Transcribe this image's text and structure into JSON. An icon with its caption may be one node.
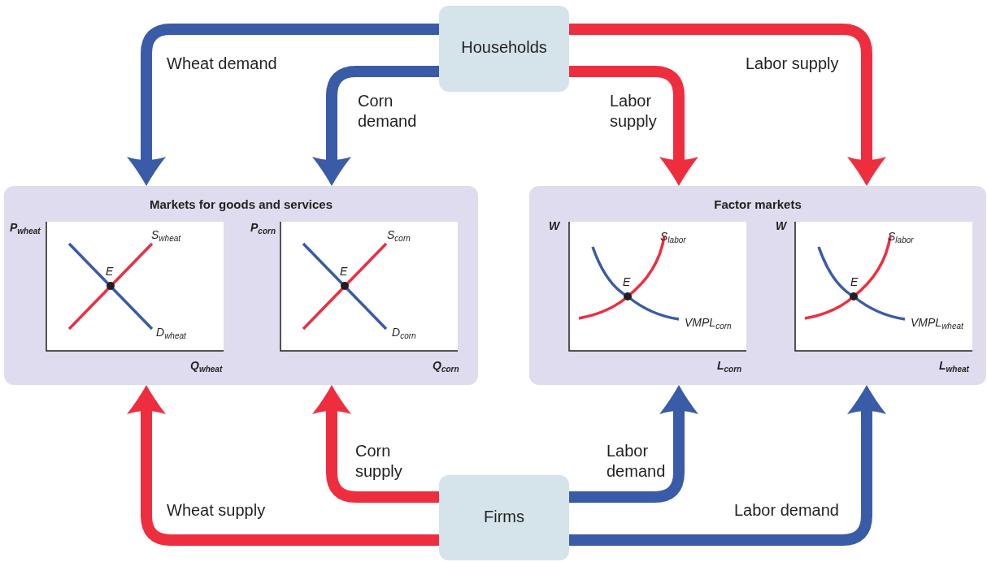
{
  "diagram": {
    "nodes": [
      {
        "text": [
          "Households"
        ]
      },
      {
        "text": [
          "Markets for goods and services"
        ]
      },
      {
        "text": [
          "Factor markets"
        ]
      },
      {
        "text": [
          "Firms"
        ]
      }
    ],
    "edges": [
      {
        "from": 0,
        "to": 1,
        "arrow": "to",
        "label": "Wheat demand",
        "color": "#3a5ba8"
      },
      {
        "from": 0,
        "to": 1,
        "arrow": "to",
        "label": "Corn demand",
        "color": "#3a5ba8"
      },
      {
        "from": 0,
        "to": 2,
        "arrow": "to",
        "label": "Labor supply",
        "color": "#ee2e3f"
      },
      {
        "from": 0,
        "to": 2,
        "arrow": "to",
        "label": "Labor supply",
        "color": "#ee2e3f"
      },
      {
        "from": 3,
        "to": 1,
        "arrow": "to",
        "label": "Wheat supply",
        "color": "#ee2e3f"
      },
      {
        "from": 3,
        "to": 1,
        "arrow": "to",
        "label": "Corn supply",
        "color": "#ee2e3f"
      },
      {
        "from": 3,
        "to": 2,
        "arrow": "to",
        "label": "Labor demand",
        "color": "#3a5ba8"
      },
      {
        "from": 3,
        "to": 2,
        "arrow": "to",
        "label": "Labor demand",
        "color": "#3a5ba8"
      }
    ],
    "labels": [
      "P$_{wheat}$",
      "S$_{wheat}$",
      "E",
      "D$_{wheat}$",
      "Q$_{wheat}$",
      "P$_{corn}$",
      "S$_{corn}$",
      "E",
      "D$_{corn}$",
      "Q$_{corn}$",
      "W",
      "S$_{labor}$",
      "E",
      "VMPL$_{corn}$",
      "L$_{corn}$",
      "W",
      "S$_{labor}$",
      "E",
      "VMPL$_{wheat}$",
      "L$_{wheat}$"
    ]
  }
}
